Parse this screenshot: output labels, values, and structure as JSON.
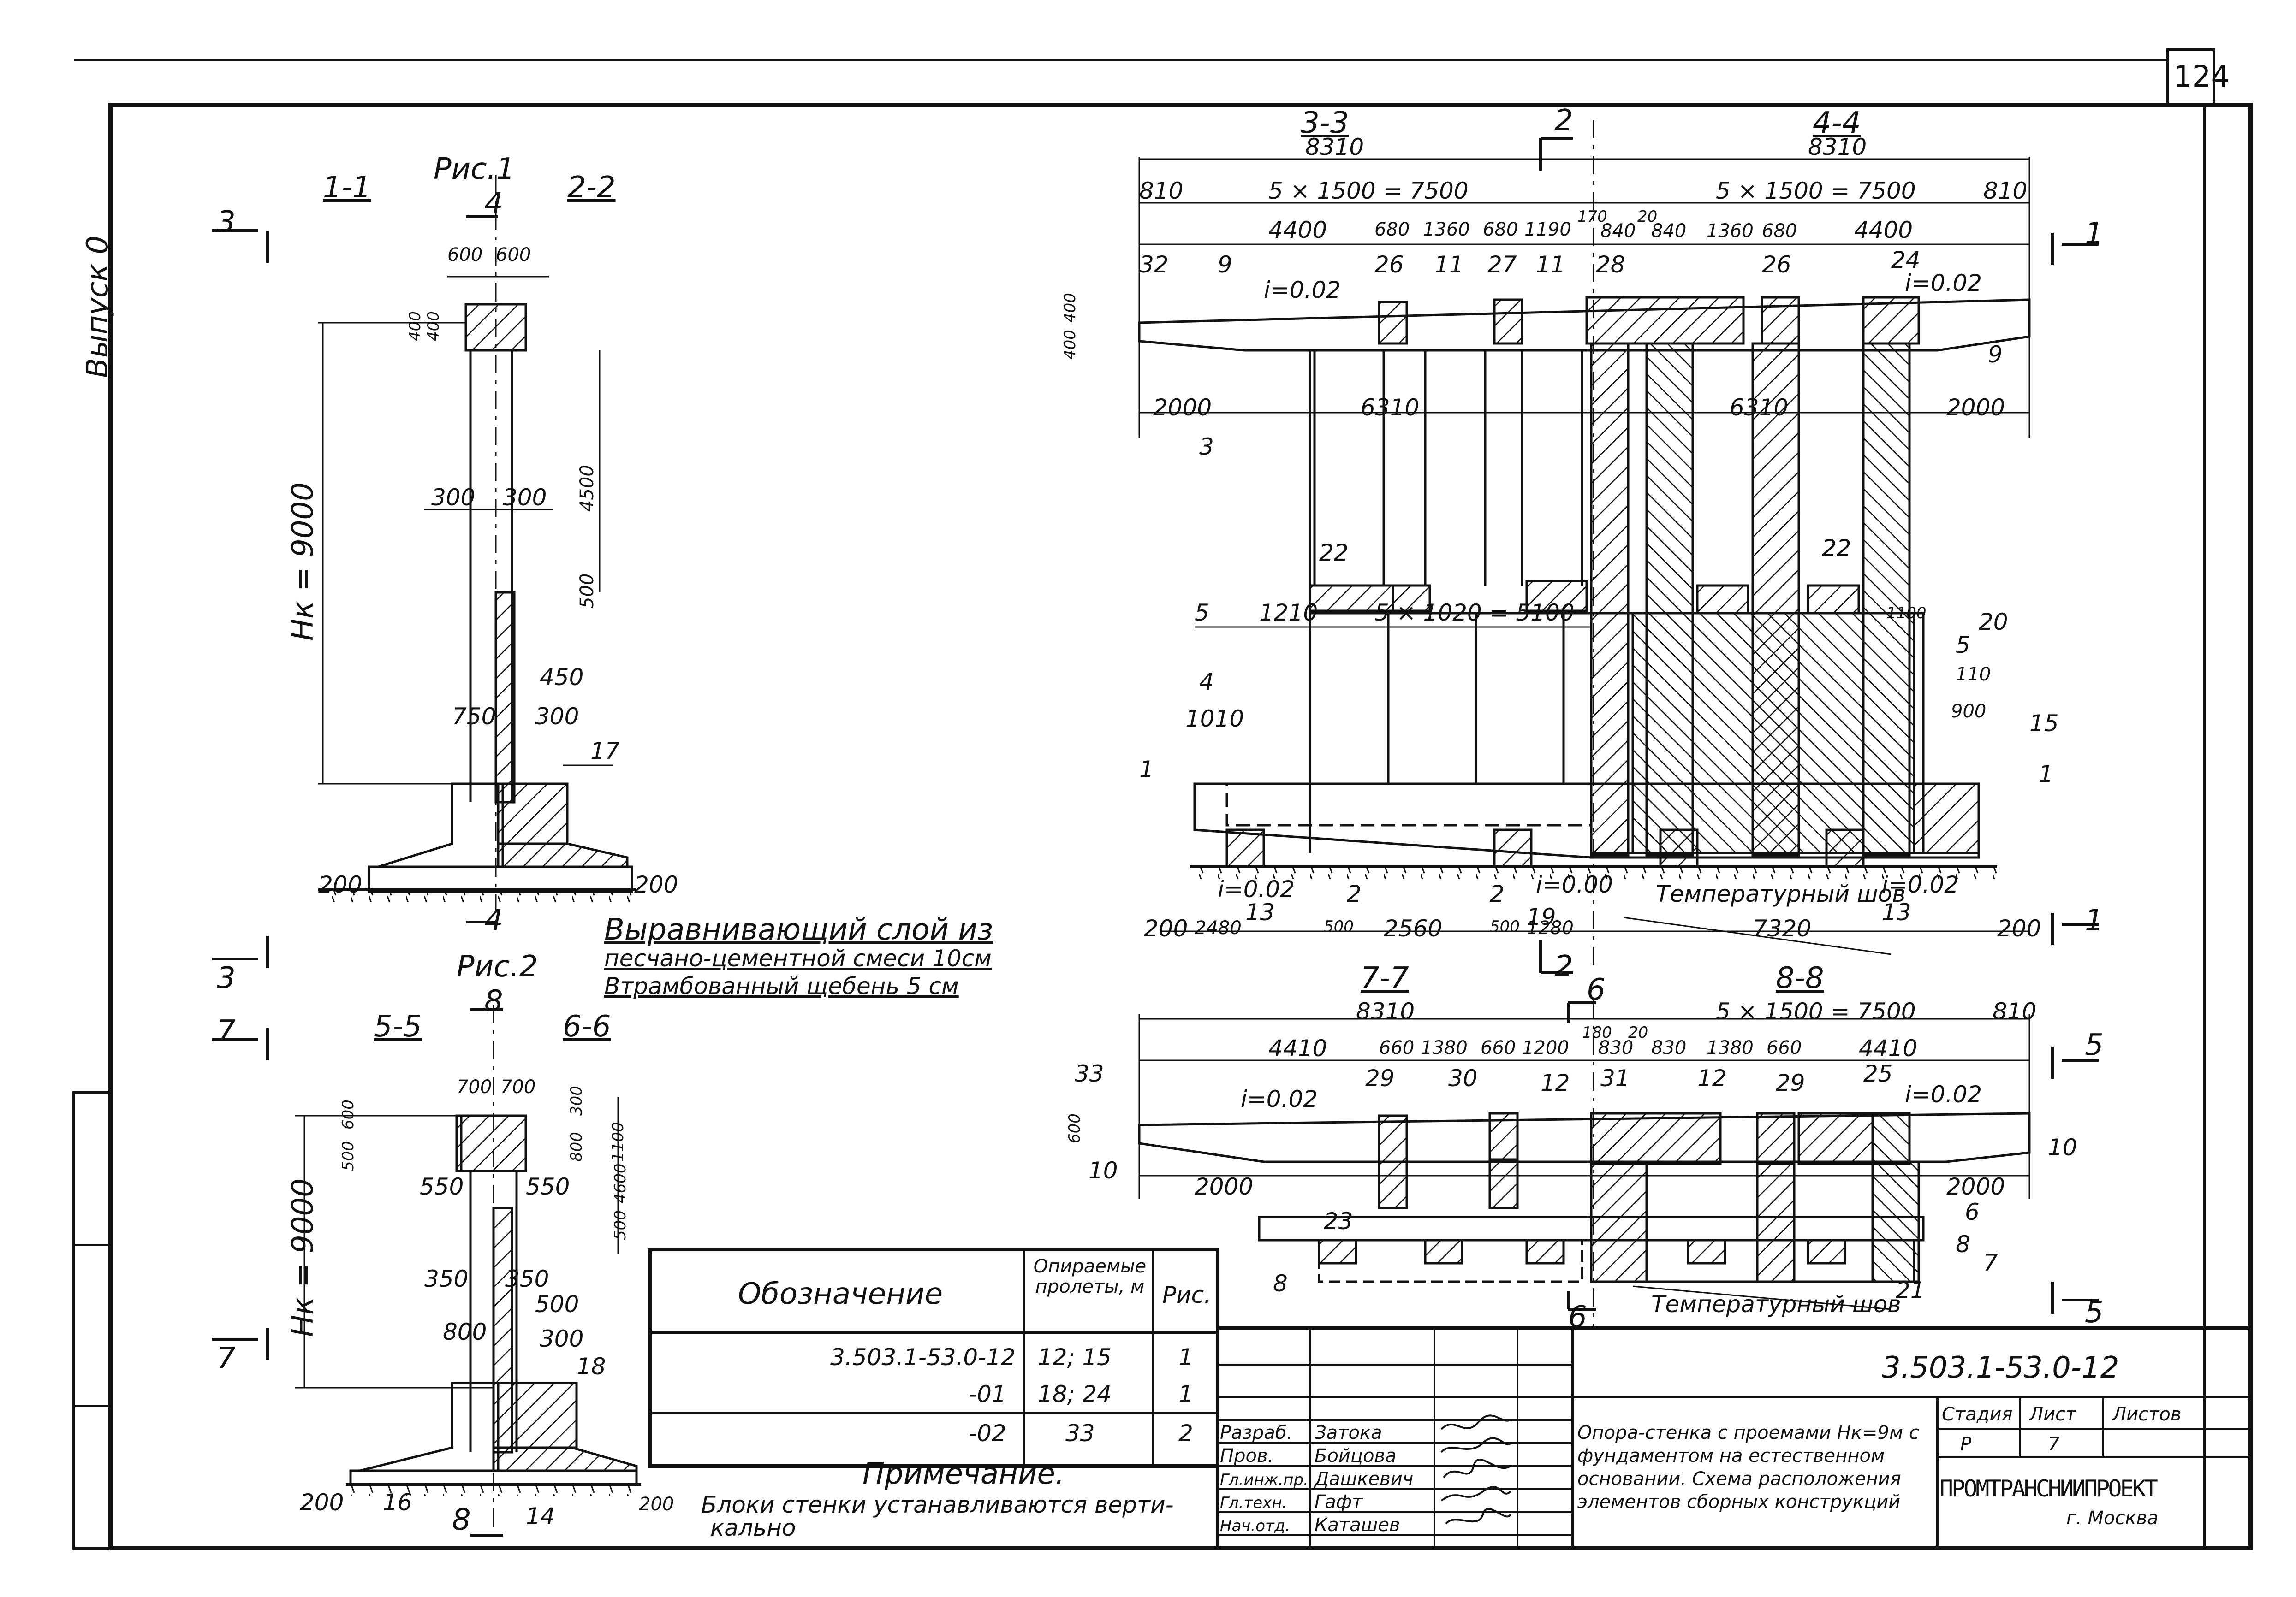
{
  "page_number": "124",
  "issue_label": "Выпуск 0",
  "figures": {
    "fig1": {
      "title": "Рис.1",
      "sec_1_1": "1-1",
      "sec_2_2": "2-2",
      "mark_4": "4",
      "mark_3": "3",
      "dims": {
        "w600a": "600",
        "w600b": "600",
        "h400a": "400",
        "h400b": "400",
        "hk": "Нк = 9000",
        "d300a": "300",
        "d300b": "300",
        "d4500": "4500",
        "d500": "500",
        "d450": "450",
        "d750": "750",
        "d300c": "300",
        "d200l": "200",
        "d200r": "200"
      },
      "callout_17": "17"
    },
    "fig2": {
      "title": "Рис.2",
      "sec_5_5": "5-5",
      "sec_6_6": "6-6",
      "mark_8": "8",
      "mark_7": "7",
      "dims": {
        "w700a": "700",
        "w700b": "700",
        "h500": "500",
        "h600": "600",
        "h300": "300",
        "h800": "800",
        "h1100": "1100",
        "d550a": "550",
        "d550b": "550",
        "hk": "Нк = 9000",
        "d500v": "500",
        "d4600": "4600",
        "d350a": "350",
        "d350b": "350",
        "d500": "500",
        "d800": "800",
        "d300": "300",
        "d200l": "200",
        "d200r": "200"
      },
      "callouts": {
        "c16": "16",
        "c14": "14",
        "c18": "18"
      }
    }
  },
  "foundation_note": {
    "line1": "Выравнивающий слой из",
    "line2": "песчано-цементной смеси 10см",
    "line3": "Втрамбованный щебень 5 см"
  },
  "section_3_3": {
    "label": "3-3",
    "total": "8310",
    "mark_2": "2",
    "dims": {
      "d810": "810",
      "d7500": "5 × 1500 = 7500",
      "d4400": "4400",
      "d680a": "680",
      "d1360": "1360",
      "d680b": "680",
      "d1190": "1190",
      "d2000": "2000",
      "d6310": "6310",
      "d1210": "1210",
      "d5100": "5 × 1020 = 5100",
      "d1010": "1010",
      "d200": "200",
      "d2480": "2480",
      "d500a": "500",
      "d2560": "2560",
      "d500b": "500",
      "d1280": "1280",
      "h400a": "400",
      "h400b": "400"
    },
    "slope": "i=0.02",
    "slope_bottom": "i=0.02",
    "slope_mid": "i=0.00",
    "callouts": {
      "c32": "32",
      "c9": "9",
      "c26": "26",
      "c11a": "11",
      "c27": "27",
      "c11b": "11",
      "c3": "3",
      "c22": "22",
      "c5": "5",
      "c4": "4",
      "c1": "1",
      "c13": "13",
      "c2a": "2",
      "c2b": "2",
      "c19": "19"
    }
  },
  "section_4_4": {
    "label": "4-4",
    "total": "8310",
    "mark_1": "1",
    "dims": {
      "d7500": "5 × 1500 = 7500",
      "d810": "810",
      "d170": "170",
      "d20": "20",
      "d840a": "840",
      "d840b": "840",
      "d1360": "1360",
      "d680": "680",
      "d4400": "4400",
      "d6310": "6310",
      "d2000": "2000",
      "d1100": "1100",
      "d110": "110",
      "d900": "900",
      "d7320": "7320",
      "d200": "200",
      "d20b": "20"
    },
    "slope": "i=0.02",
    "slope_bottom": "i=0.02",
    "temp_joint": "Температурный шов",
    "callouts": {
      "c28": "28",
      "c26": "26",
      "c24": "24",
      "c9": "9",
      "c22": "22",
      "c20": "20",
      "c5": "5",
      "c15": "15",
      "c1": "1",
      "c13": "13"
    }
  },
  "section_7_7": {
    "label": "7-7",
    "total": "8310",
    "mark_6": "6",
    "dims": {
      "d4410": "4410",
      "d660a": "660",
      "d1380": "1380",
      "d660b": "660",
      "d1200": "1200",
      "d600": "600",
      "d2000": "2000"
    },
    "slope": "i=0.02",
    "callouts": {
      "c33": "33",
      "c29": "29",
      "c30": "30",
      "c12": "12",
      "c10": "10",
      "c23": "23",
      "c8": "8"
    }
  },
  "section_8_8": {
    "label": "8-8",
    "mark_5": "5",
    "dims": {
      "d7500": "5 × 1500 = 7500",
      "d810": "810",
      "d180": "180",
      "d20": "20",
      "d830a": "830",
      "d830b": "830",
      "d1380": "1380",
      "d660": "660",
      "d4410": "4410",
      "d2000": "2000"
    },
    "slope": "i=0.02",
    "temp_joint": "Температурный шов",
    "callouts": {
      "c31": "31",
      "c12": "12",
      "c29": "29",
      "c25": "25",
      "c10": "10",
      "c6": "6",
      "c8": "8",
      "c7": "7",
      "c21": "21"
    }
  },
  "designation_table": {
    "headers": [
      "Обозначение",
      "Опираемые пролеты, м",
      "Рис."
    ],
    "rows": [
      [
        "3.503.1-53.0-12",
        "12; 15",
        "1"
      ],
      [
        "-01",
        "18; 24",
        "1"
      ],
      [
        "-02",
        "33",
        "2"
      ]
    ]
  },
  "note": {
    "title": "Примечание.",
    "text1": "Блоки стенки устанавливаются верти-",
    "text2": "кально"
  },
  "title_block": {
    "doc_code": "3.503.1-53.0-12",
    "roles": [
      "Разраб.",
      "Пров.",
      "Гл.инж.пр.",
      "Гл.техн.",
      "Нач.отд."
    ],
    "names": [
      "Затока",
      "Бойцова",
      "Дашкевич",
      "Гафт",
      "Каташев"
    ],
    "description": [
      "Опора-стенка с проемами Нк=9м с",
      "фундаментом на естественном",
      "основании. Схема расположения",
      "элементов сборных конструкций"
    ],
    "stage_label": "Стадия",
    "sheet_label": "Лист",
    "sheets_label": "Листов",
    "stage": "Р",
    "sheet": "7",
    "sheets": "",
    "org": "ПРОМТРАНСНИИПРОЕКТ",
    "city": "г. Москва"
  }
}
